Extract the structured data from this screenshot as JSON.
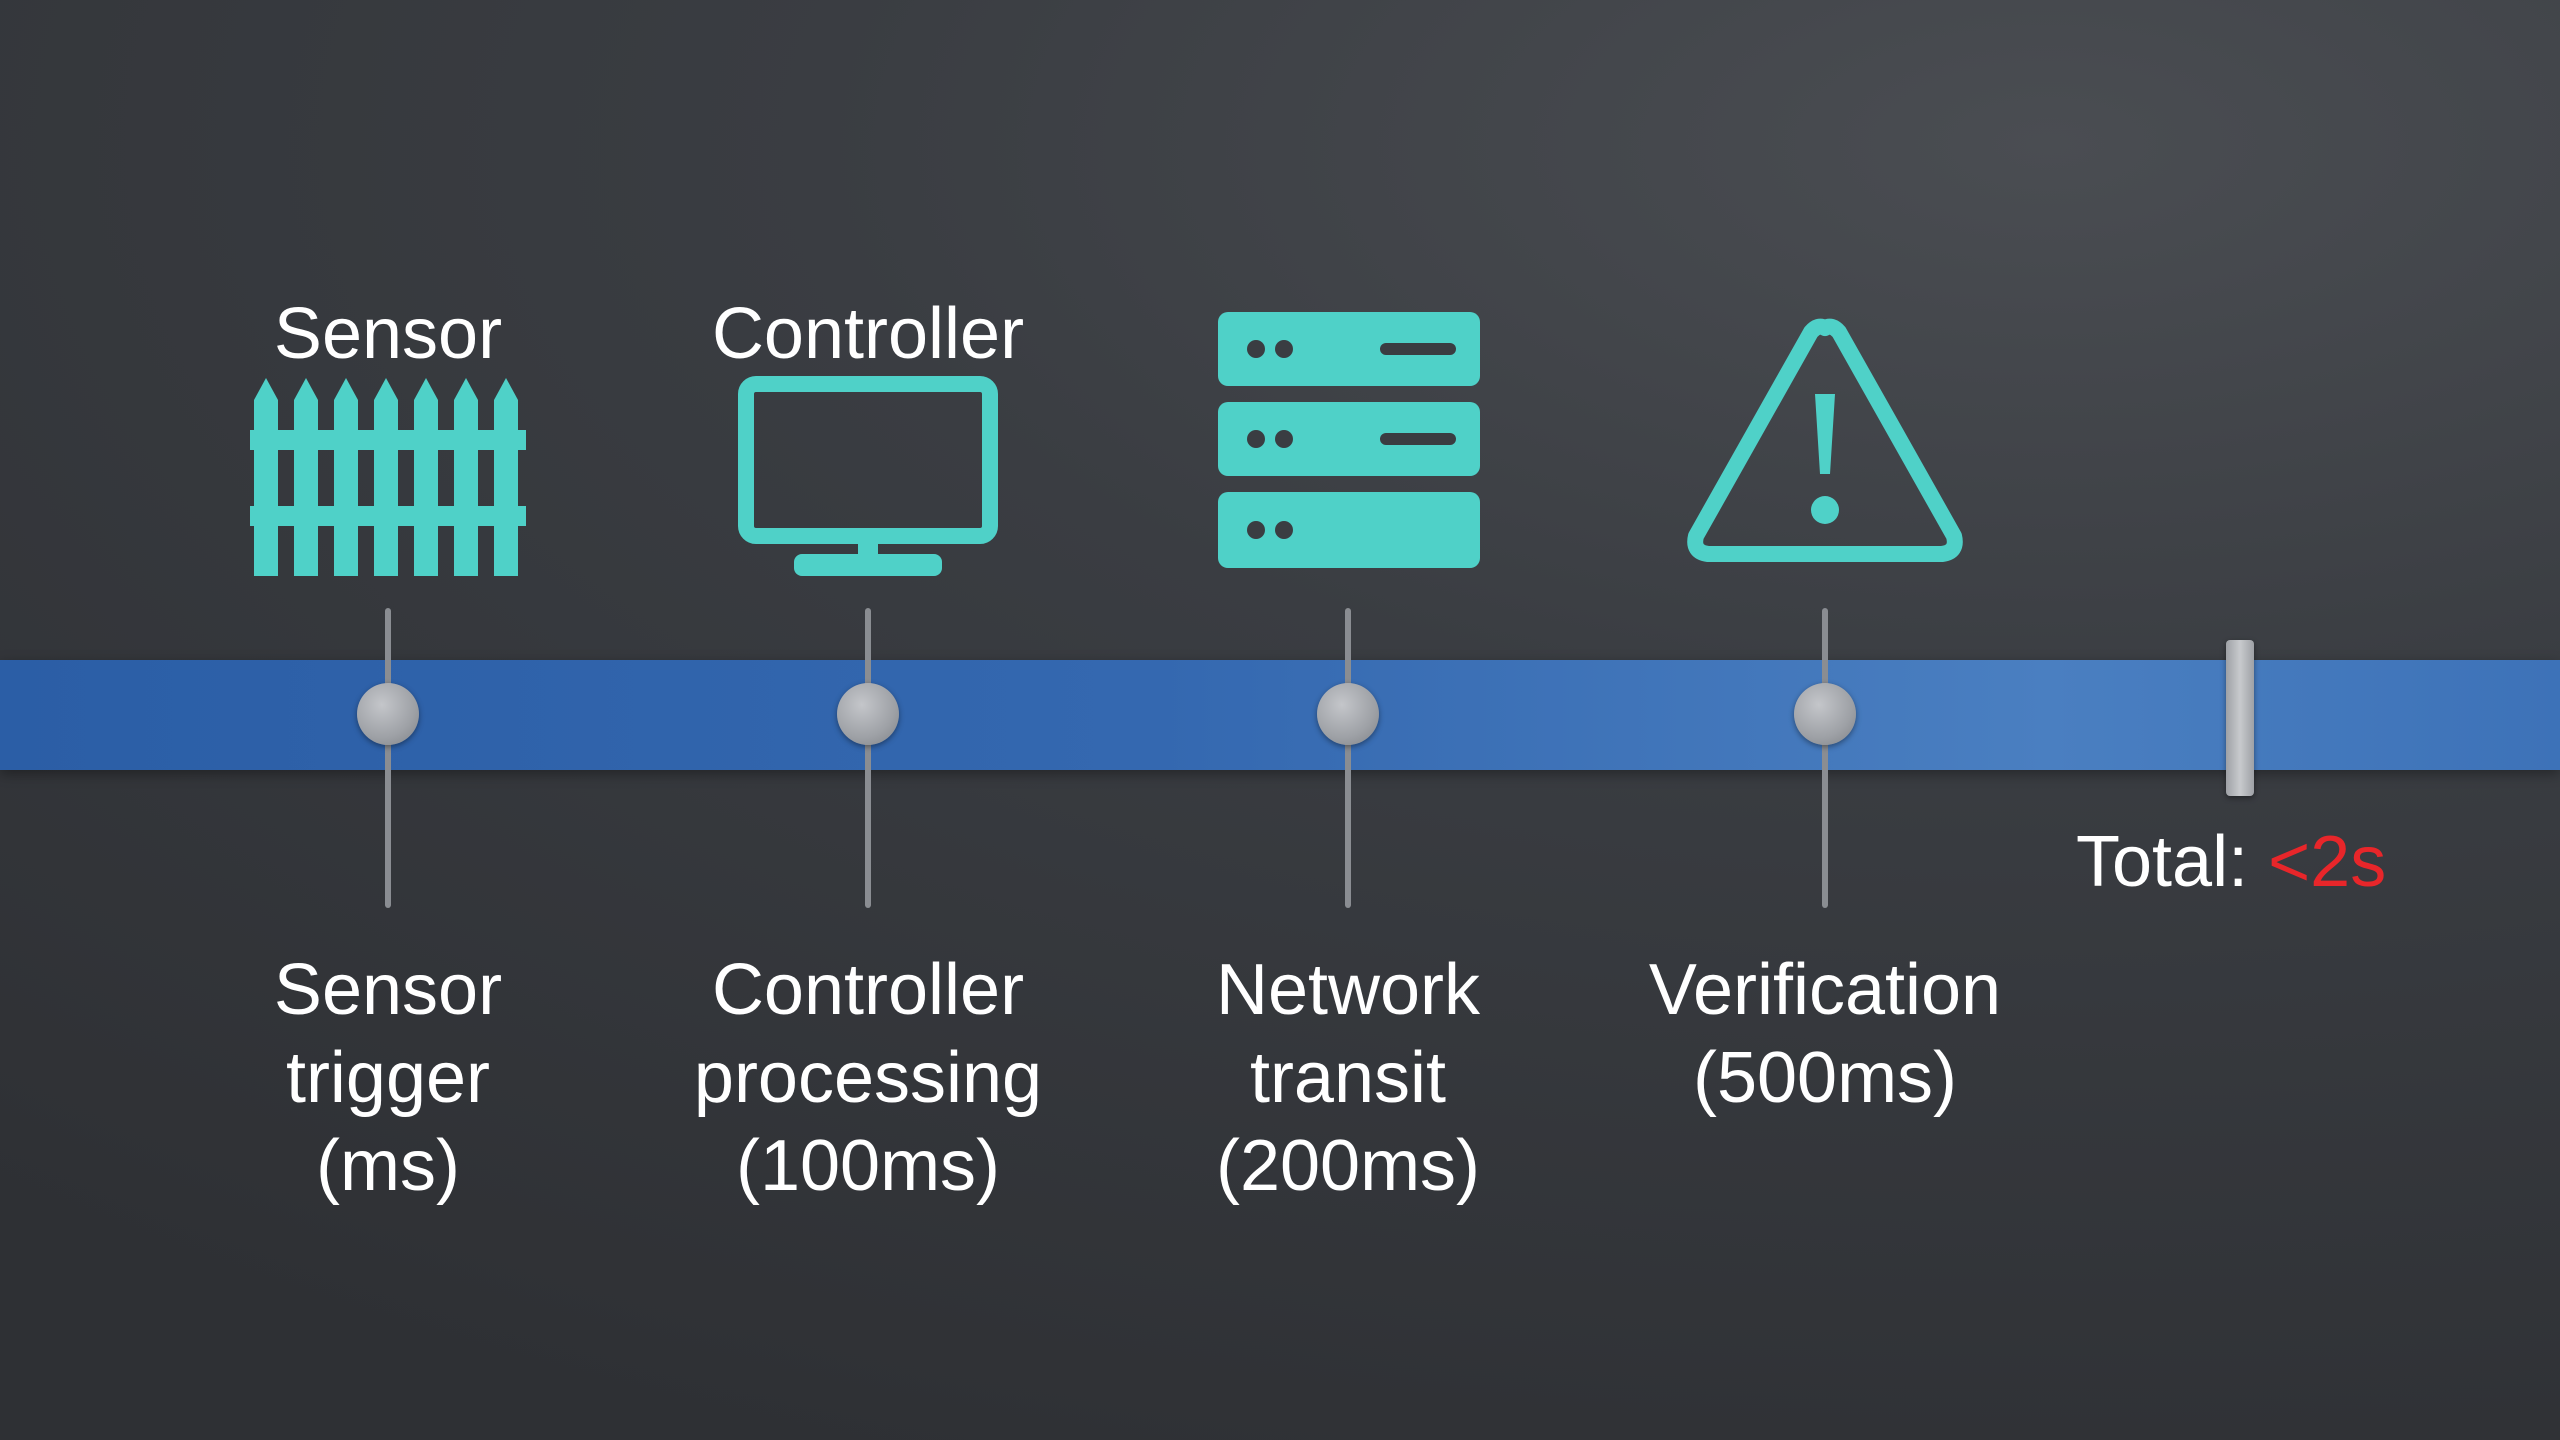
{
  "colors": {
    "accent": "#4fd1c8",
    "highlight": "#e8262a",
    "timeline": "#3468b0"
  },
  "stages": [
    {
      "title": "Sensor",
      "icon": "fence-icon",
      "label_lines": [
        "Sensor",
        "trigger",
        "(ms)"
      ]
    },
    {
      "title": "Controller",
      "icon": "monitor-icon",
      "label_lines": [
        "Controller",
        "processing",
        "(100ms)"
      ]
    },
    {
      "title": "",
      "icon": "server-icon",
      "label_lines": [
        "Network",
        "transit",
        "(200ms)"
      ]
    },
    {
      "title": "",
      "icon": "warning-icon",
      "label_lines": [
        "Verification",
        "(500ms)"
      ]
    }
  ],
  "total": {
    "label": "Total:",
    "value": "<2s"
  }
}
